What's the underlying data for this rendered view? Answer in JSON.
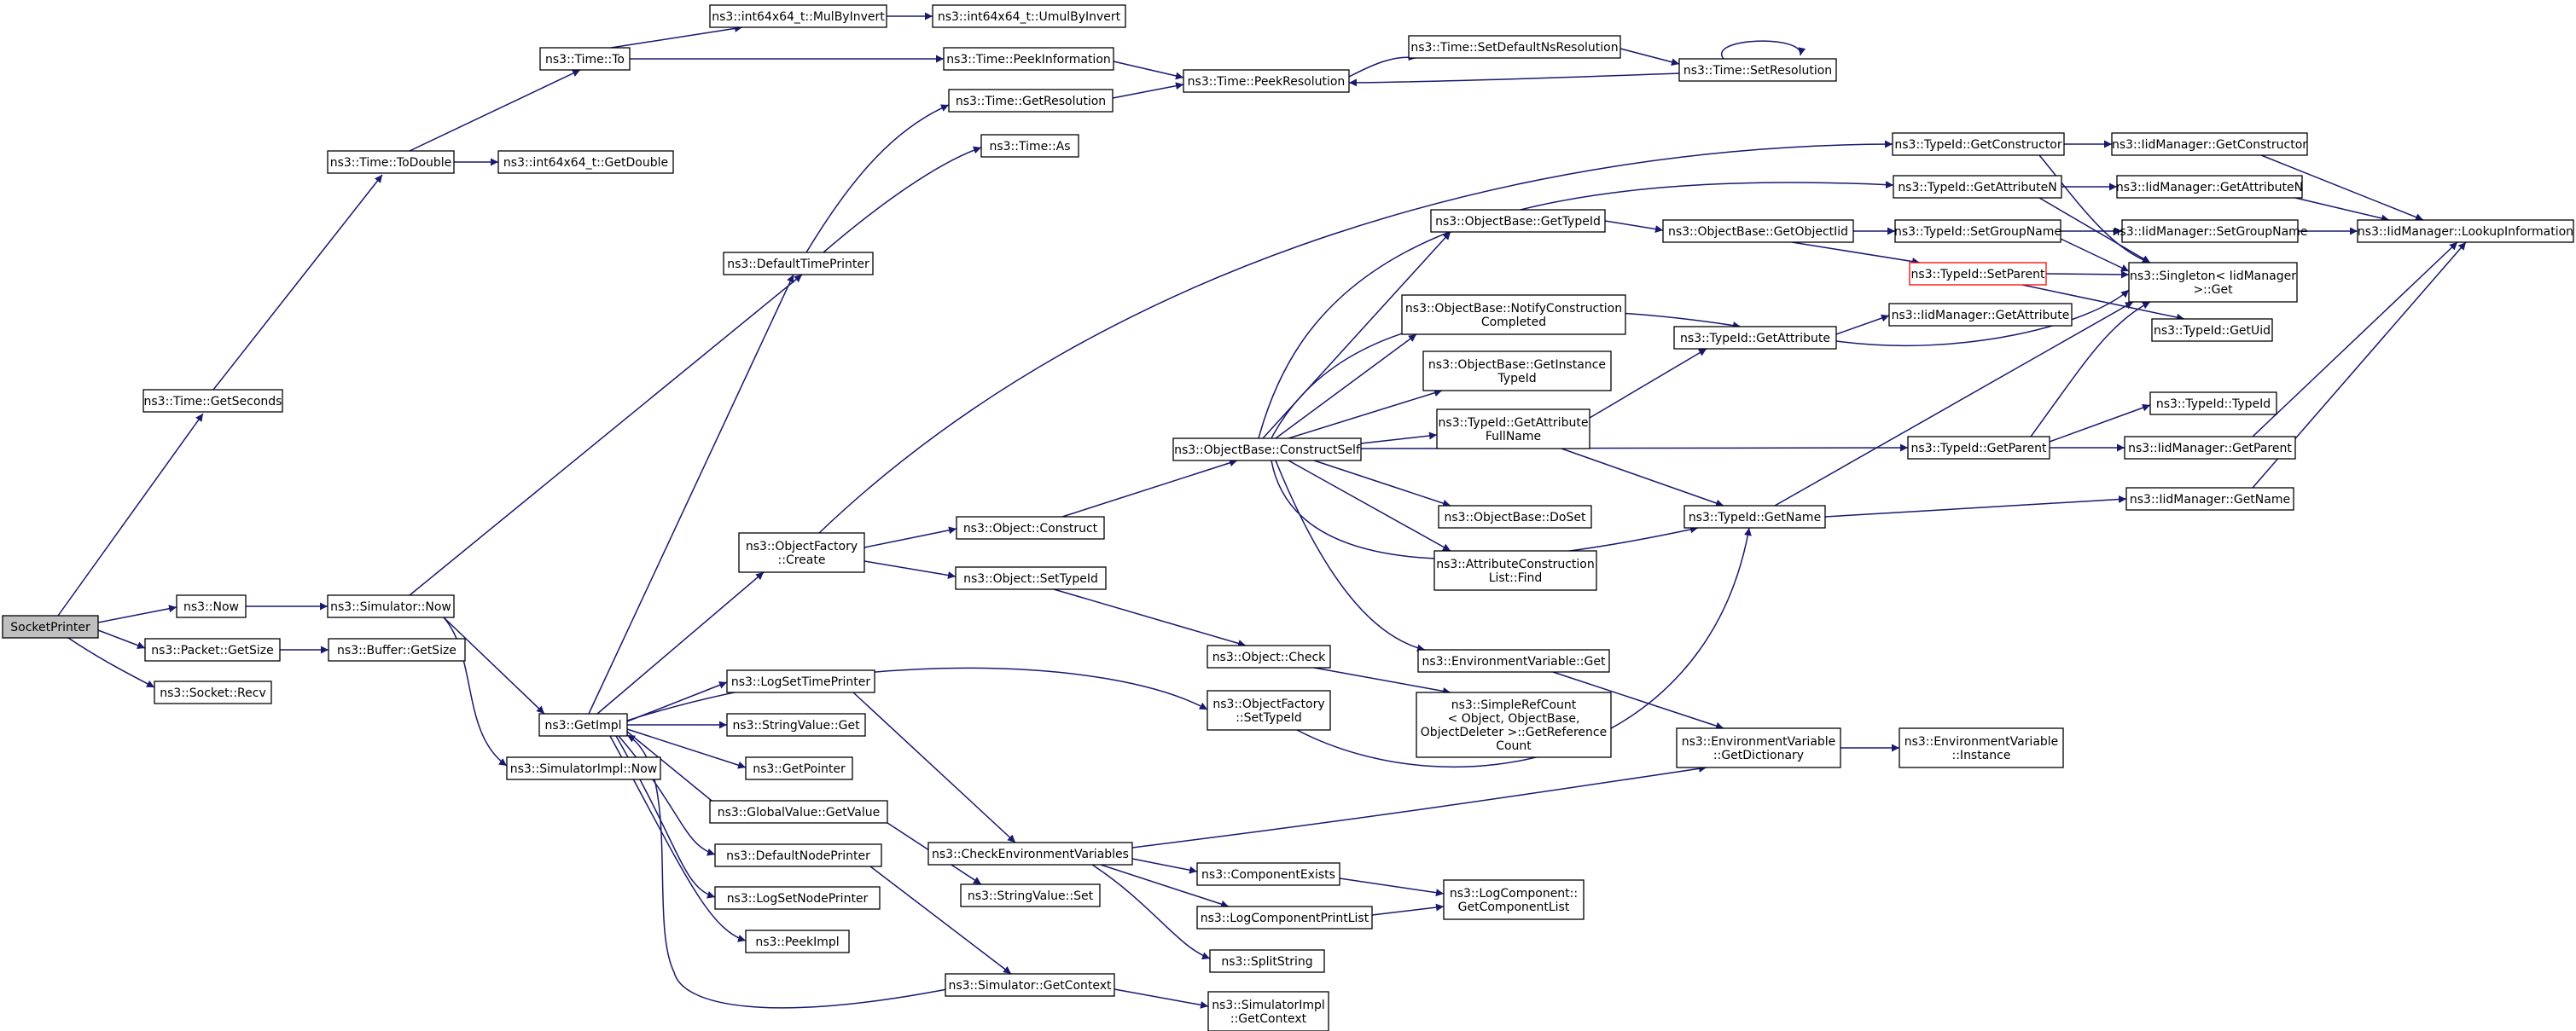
{
  "graph": {
    "title": "",
    "colors": {
      "edge": "#191970",
      "node_border": "#000000",
      "focus_fill": "#bfbfbf",
      "missing_border": "#ff0000",
      "background": "#ffffff"
    },
    "nodes": [
      {
        "id": "socketprinter",
        "lines": [
          "SocketPrinter"
        ],
        "focus": true
      },
      {
        "id": "getseconds",
        "lines": [
          "ns3::Time::GetSeconds"
        ]
      },
      {
        "id": "todouble",
        "lines": [
          "ns3::Time::ToDouble"
        ]
      },
      {
        "id": "timeto",
        "lines": [
          "ns3::Time::To"
        ]
      },
      {
        "id": "mulbyinvert",
        "lines": [
          "ns3::int64x64_t::MulByInvert"
        ]
      },
      {
        "id": "umulbyinvert",
        "lines": [
          "ns3::int64x64_t::UmulByInvert"
        ]
      },
      {
        "id": "getdouble",
        "lines": [
          "ns3::int64x64_t::GetDouble"
        ]
      },
      {
        "id": "peekinformation",
        "lines": [
          "ns3::Time::PeekInformation"
        ]
      },
      {
        "id": "peekresolution",
        "lines": [
          "ns3::Time::PeekResolution"
        ]
      },
      {
        "id": "setdefaultnsres",
        "lines": [
          "ns3::Time::SetDefaultNsResolution"
        ]
      },
      {
        "id": "setresolution",
        "lines": [
          "ns3::Time::SetResolution"
        ]
      },
      {
        "id": "getresolution",
        "lines": [
          "ns3::Time::GetResolution"
        ]
      },
      {
        "id": "timeas",
        "lines": [
          "ns3::Time::As"
        ]
      },
      {
        "id": "defaulttimeprinter",
        "lines": [
          "ns3::DefaultTimePrinter"
        ]
      },
      {
        "id": "now",
        "lines": [
          "ns3::Now"
        ]
      },
      {
        "id": "simulatornow",
        "lines": [
          "ns3::Simulator::Now"
        ]
      },
      {
        "id": "packetgetsize",
        "lines": [
          "ns3::Packet::GetSize"
        ]
      },
      {
        "id": "buffergetsize",
        "lines": [
          "ns3::Buffer::GetSize"
        ]
      },
      {
        "id": "socketrecv",
        "lines": [
          "ns3::Socket::Recv"
        ]
      },
      {
        "id": "getimpl",
        "lines": [
          "ns3::GetImpl"
        ]
      },
      {
        "id": "simimplnow",
        "lines": [
          "ns3::SimulatorImpl::Now"
        ]
      },
      {
        "id": "objfactorycreate",
        "lines": [
          "ns3::ObjectFactory",
          "::Create"
        ]
      },
      {
        "id": "logsettimeprinter",
        "lines": [
          "ns3::LogSetTimePrinter"
        ]
      },
      {
        "id": "stringvalueget",
        "lines": [
          "ns3::StringValue::Get"
        ]
      },
      {
        "id": "getpointer",
        "lines": [
          "ns3::GetPointer"
        ]
      },
      {
        "id": "globalvaluegetvalue",
        "lines": [
          "ns3::GlobalValue::GetValue"
        ]
      },
      {
        "id": "defaultnodeprinter",
        "lines": [
          "ns3::DefaultNodePrinter"
        ]
      },
      {
        "id": "logsetnodeprinter",
        "lines": [
          "ns3::LogSetNodePrinter"
        ]
      },
      {
        "id": "peekimpl",
        "lines": [
          "ns3::PeekImpl"
        ]
      },
      {
        "id": "simgetcontext",
        "lines": [
          "ns3::Simulator::GetContext"
        ]
      },
      {
        "id": "simimplgetcontext",
        "lines": [
          "ns3::SimulatorImpl",
          "::GetContext"
        ]
      },
      {
        "id": "checkenvvars",
        "lines": [
          "ns3::CheckEnvironmentVariables"
        ]
      },
      {
        "id": "stringvalueset",
        "lines": [
          "ns3::StringValue::Set"
        ]
      },
      {
        "id": "componentexists",
        "lines": [
          "ns3::ComponentExists"
        ]
      },
      {
        "id": "logcompprintlist",
        "lines": [
          "ns3::LogComponentPrintList"
        ]
      },
      {
        "id": "splitstring",
        "lines": [
          "ns3::SplitString"
        ]
      },
      {
        "id": "getcomponentlist",
        "lines": [
          "ns3::LogComponent::",
          "GetComponentList"
        ]
      },
      {
        "id": "objectconstruct",
        "lines": [
          "ns3::Object::Construct"
        ]
      },
      {
        "id": "objectsettypeid",
        "lines": [
          "ns3::Object::SetTypeId"
        ]
      },
      {
        "id": "objectcheck",
        "lines": [
          "ns3::Object::Check"
        ]
      },
      {
        "id": "objfactorysettypeid",
        "lines": [
          "ns3::ObjectFactory",
          "::SetTypeId"
        ]
      },
      {
        "id": "constructself",
        "lines": [
          "ns3::ObjectBase::ConstructSelf"
        ]
      },
      {
        "id": "objbasegettypeid",
        "lines": [
          "ns3::ObjectBase::GetTypeId"
        ]
      },
      {
        "id": "notifyconstruction",
        "lines": [
          "ns3::ObjectBase::NotifyConstruction",
          "Completed"
        ]
      },
      {
        "id": "getinstancetypeid",
        "lines": [
          "ns3::ObjectBase::GetInstance",
          "TypeId"
        ]
      },
      {
        "id": "getattributefullname",
        "lines": [
          "ns3::TypeId::GetAttribute",
          "FullName"
        ]
      },
      {
        "id": "doset",
        "lines": [
          "ns3::ObjectBase::DoSet"
        ]
      },
      {
        "id": "attrconstructionfind",
        "lines": [
          "ns3::AttributeConstruction",
          "List::Find"
        ]
      },
      {
        "id": "envvarget",
        "lines": [
          "ns3::EnvironmentVariable::Get"
        ]
      },
      {
        "id": "simplerefcount",
        "lines": [
          "ns3::SimpleRefCount",
          "< Object, ObjectBase,",
          "ObjectDeleter >::GetReference",
          "Count"
        ]
      },
      {
        "id": "getobjectiid",
        "lines": [
          "ns3::ObjectBase::GetObjectIid"
        ]
      },
      {
        "id": "typeidgetattribute",
        "lines": [
          "ns3::TypeId::GetAttribute"
        ]
      },
      {
        "id": "typeidgetname",
        "lines": [
          "ns3::TypeId::GetName"
        ]
      },
      {
        "id": "envgetdictionary",
        "lines": [
          "ns3::EnvironmentVariable",
          "::GetDictionary"
        ]
      },
      {
        "id": "envinstance",
        "lines": [
          "ns3::EnvironmentVariable",
          "::Instance"
        ]
      },
      {
        "id": "typeidgetconstructor",
        "lines": [
          "ns3::TypeId::GetConstructor"
        ]
      },
      {
        "id": "typeidgetattributen",
        "lines": [
          "ns3::TypeId::GetAttributeN"
        ]
      },
      {
        "id": "typeidsetgroupname",
        "lines": [
          "ns3::TypeId::SetGroupName"
        ]
      },
      {
        "id": "typeidsetparent",
        "lines": [
          "ns3::TypeId::SetParent"
        ],
        "missing": true
      },
      {
        "id": "iidgetattribute",
        "lines": [
          "ns3::IidManager::GetAttribute"
        ]
      },
      {
        "id": "typeidgetparent",
        "lines": [
          "ns3::TypeId::GetParent"
        ]
      },
      {
        "id": "iidgetconstructor",
        "lines": [
          "ns3::IidManager::GetConstructor"
        ]
      },
      {
        "id": "iidgetattributen",
        "lines": [
          "ns3::IidManager::GetAttributeN"
        ]
      },
      {
        "id": "iidsetgroupname",
        "lines": [
          "ns3::IidManager::SetGroupName"
        ]
      },
      {
        "id": "singletonget",
        "lines": [
          "ns3::Singleton< IidManager",
          "  >::Get"
        ]
      },
      {
        "id": "typeidgetuid",
        "lines": [
          "ns3::TypeId::GetUid"
        ]
      },
      {
        "id": "typeidtypeid",
        "lines": [
          "ns3::TypeId::TypeId"
        ]
      },
      {
        "id": "iidgetparent",
        "lines": [
          "ns3::IidManager::GetParent"
        ]
      },
      {
        "id": "iidgetname",
        "lines": [
          "ns3::IidManager::GetName"
        ]
      },
      {
        "id": "iidlookupinformation",
        "lines": [
          "ns3::IidManager::LookupInformation"
        ]
      }
    ]
  }
}
